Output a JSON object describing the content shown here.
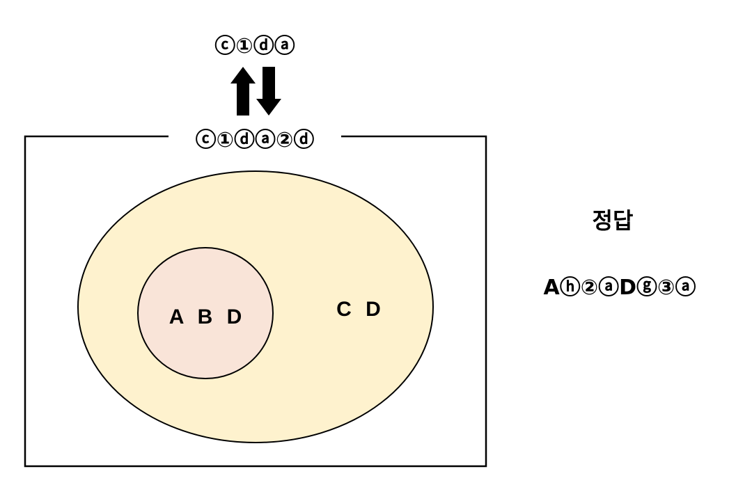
{
  "diagram": {
    "top_label": "ⓒ①ⓓⓐ",
    "box_label": "ⓒ①ⓓⓐ②ⓓ",
    "inner_set_label": "A B D",
    "outer_set_label": "C D",
    "colors": {
      "outer_fill": "#FEF2CE",
      "inner_fill": "#F9E4D8",
      "stroke": "#000000"
    }
  },
  "answer": {
    "heading": "정답",
    "text": "Aⓗ②ⓐDⓖ③ⓐ"
  }
}
